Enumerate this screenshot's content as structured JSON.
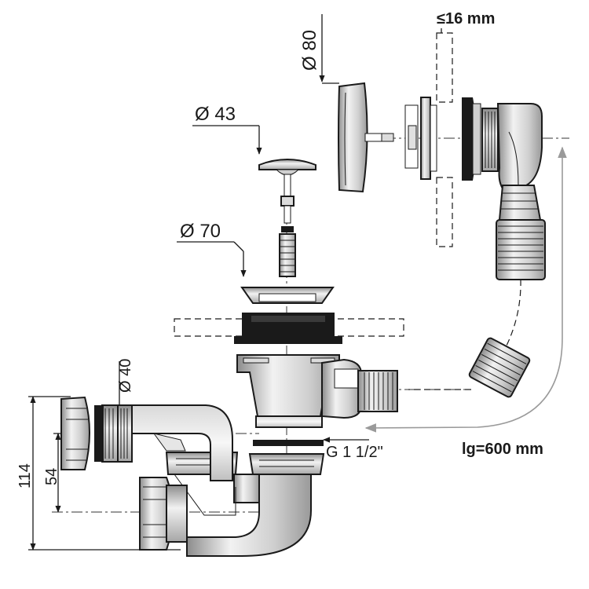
{
  "labels": {
    "max_thickness": "≤16 mm",
    "dia_80": "Ø 80",
    "dia_43": "Ø 43",
    "dia_70": "Ø 70",
    "dia_40": "Ø 40",
    "thread": "G 1 1/2\"",
    "hose_length": "lg=600 mm",
    "height_114": "114",
    "height_54": "54"
  },
  "colors": {
    "line": "#1a1a1a",
    "metal_light": "#e6e6e6",
    "metal_mid": "#bdbdbd",
    "metal_dark": "#8c8c8c",
    "rubber": "#1a1a1a",
    "arrow_grey": "#9a9a9a"
  }
}
